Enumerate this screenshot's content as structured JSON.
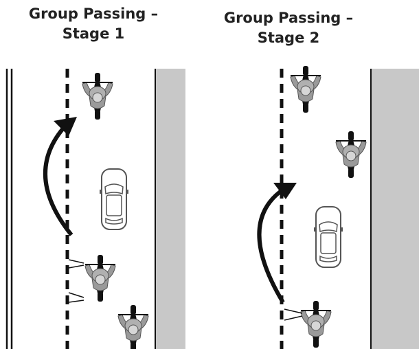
{
  "panels": [
    {
      "title_line1": "Group Passing –",
      "title_line2": "Stage 1"
    },
    {
      "title_line1": "Group Passing –",
      "title_line2": "Stage 2"
    }
  ],
  "colors": {
    "shoulder": "#c8c8c8",
    "line": "#111111",
    "rider": "#9a9a9a",
    "bike": "#111111",
    "car_outline": "#555555",
    "arrow": "#111111"
  }
}
